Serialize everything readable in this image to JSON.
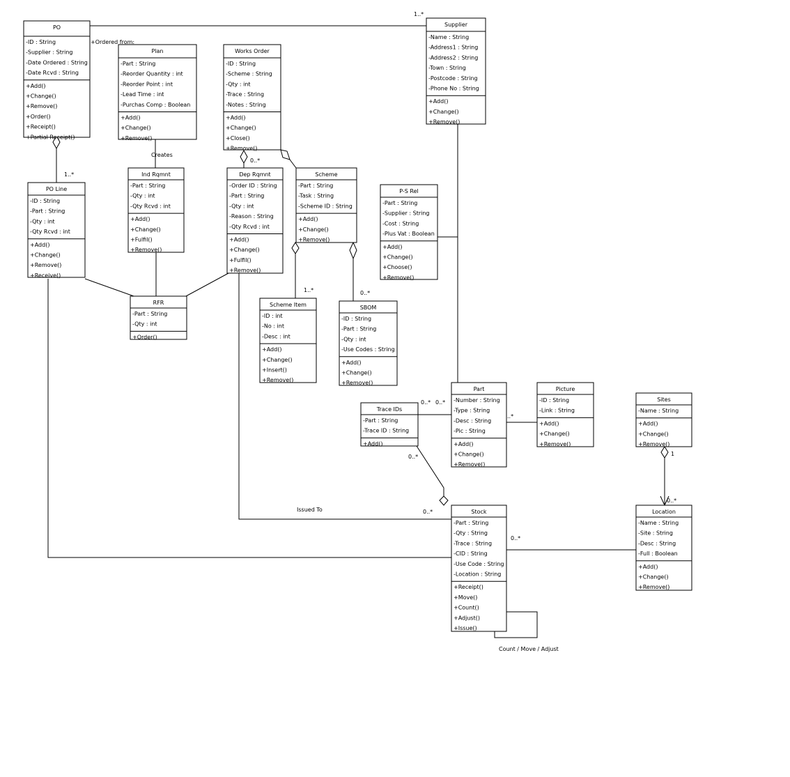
{
  "classes": [
    {
      "id": "po",
      "name": "PO",
      "attributes": [
        "-ID : String",
        "-Supplier : String",
        "-Date Ordered : String",
        "-Date Rcvd : String"
      ],
      "operations": [
        "+Add()",
        "+Change()",
        "+Remove()",
        "+Order()",
        "+Receipt()",
        "+Partial Receipt()"
      ]
    },
    {
      "id": "supplier",
      "name": "Supplier",
      "attributes": [
        "-Name : String",
        "-Address1 : String",
        "-Address2 : String",
        "-Town : String",
        "-Postcode : String",
        "-Phone No : String"
      ],
      "operations": [
        "+Add()",
        "+Change()",
        "+Remove()"
      ]
    },
    {
      "id": "plan",
      "name": "Plan",
      "attributes": [
        "-Part : String",
        "-Reorder Quantity : int",
        "-Reorder Point : int",
        "-Lead Time : int",
        "-Purchas Comp : Boolean"
      ],
      "operations": [
        "+Add()",
        "+Change()",
        "+Remove()"
      ]
    },
    {
      "id": "works-order",
      "name": "Works Order",
      "attributes": [
        "-ID : String",
        "-Scheme : String",
        "-Qty : int",
        "-Trace : String",
        "-Notes : String"
      ],
      "operations": [
        "+Add()",
        "+Change()",
        "+Close()",
        "+Remove()"
      ]
    },
    {
      "id": "po-line",
      "name": "PO Line",
      "attributes": [
        "-ID : String",
        "-Part : String",
        "-Qty : int",
        "-Qty Rcvd : int"
      ],
      "operations": [
        "+Add()",
        "+Change()",
        "+Remove()",
        "+Receive()"
      ]
    },
    {
      "id": "ind-rqmnt",
      "name": "Ind Rqmnt",
      "attributes": [
        "-Part : String",
        "-Qty : int",
        "-Qty Rcvd : int"
      ],
      "operations": [
        "+Add()",
        "+Change()",
        "+Fulfil()",
        "+Remove()"
      ]
    },
    {
      "id": "dep-rqmnt",
      "name": "Dep Rqmnt",
      "attributes": [
        "-Order ID : String",
        "-Part : String",
        "-Qty : int",
        "-Reason : String",
        "-Qty Rcvd : int"
      ],
      "operations": [
        "+Add()",
        "+Change()",
        "+Fulfil()",
        "+Remove()"
      ]
    },
    {
      "id": "scheme",
      "name": "Scheme",
      "attributes": [
        "-Part : String",
        "-Task : String",
        "-Scheme ID : String"
      ],
      "operations": [
        "+Add()",
        "+Change()",
        "+Remove()"
      ]
    },
    {
      "id": "ps-rel",
      "name": "P-S Rel",
      "attributes": [
        "-Part : String",
        "-Supplier : String",
        "-Cost : String",
        "-Plus Vat : Boolean"
      ],
      "operations": [
        "+Add()",
        "+Change()",
        "+Choose()",
        "+Remove()"
      ]
    },
    {
      "id": "rfr",
      "name": "RFR",
      "attributes": [
        "-Part : String",
        "-Qty : int"
      ],
      "operations": [
        "+Order()"
      ]
    },
    {
      "id": "scheme-item",
      "name": "Scheme Item",
      "attributes": [
        "-ID : int",
        "-No : int",
        "-Desc : int"
      ],
      "operations": [
        "+Add()",
        "+Change()",
        "+Insert()",
        "+Remove()"
      ]
    },
    {
      "id": "sbom",
      "name": "SBOM",
      "attributes": [
        "-ID : String",
        "-Part : String",
        "-Qty : int",
        "-Use Codes : String"
      ],
      "operations": [
        "+Add()",
        "+Change()",
        "+Remove()"
      ]
    },
    {
      "id": "part",
      "name": "Part",
      "attributes": [
        "-Number : String",
        "-Type : String",
        "-Desc : String",
        "-Pic : String"
      ],
      "operations": [
        "+Add()",
        "+Change()",
        "+Remove()"
      ]
    },
    {
      "id": "picture",
      "name": "Picture",
      "attributes": [
        "-ID : String",
        "-Link : String"
      ],
      "operations": [
        "+Add()",
        "+Change()",
        "+Remove()"
      ]
    },
    {
      "id": "trace-ids",
      "name": "Trace IDs",
      "attributes": [
        "-Part : String",
        "-Trace ID : String"
      ],
      "operations": [
        "+Add()"
      ]
    },
    {
      "id": "sites",
      "name": "Sites",
      "attributes": [
        "-Name : String"
      ],
      "operations": [
        "+Add()",
        "+Change()",
        "+Remove()"
      ]
    },
    {
      "id": "stock",
      "name": "Stock",
      "attributes": [
        "-Part : String",
        "-Qty : String",
        "-Trace : String",
        "-CID : String",
        "-Use Code : String",
        "-Location : String"
      ],
      "operations": [
        "+Receipt()",
        "+Move()",
        "+Count()",
        "+Adjust()",
        "+Issue()"
      ]
    },
    {
      "id": "location",
      "name": "Location",
      "attributes": [
        "-Name : String",
        "-Site : String",
        "-Desc : String",
        "-Full : Boolean"
      ],
      "operations": [
        "+Add()",
        "+Change()",
        "+Remove()"
      ]
    }
  ],
  "labels": {
    "ordered_from": "+Ordered from:",
    "creates": "Creates",
    "issued_to": "Issued To",
    "count_move_adjust": "Count / Move / Adjust"
  },
  "multiplicities": {
    "po_supplier": "1..*",
    "po_poline": "1..*",
    "works_dep": "0..*",
    "scheme_item": "1..*",
    "scheme_sbom": "0..*",
    "trace_part": "0..*",
    "part_trace": "0..*",
    "part_picture": "..*",
    "trace_stock": "0..*",
    "dep_stock": "0..*",
    "stock_location": "0..*",
    "sites_one": "1",
    "location_many": "0..*"
  }
}
